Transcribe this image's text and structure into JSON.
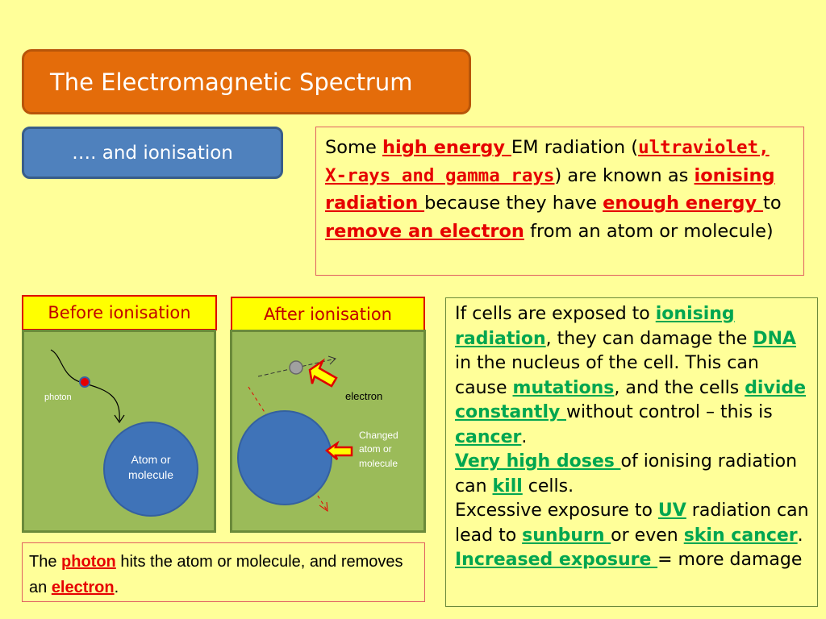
{
  "title": "The Electromagnetic Spectrum",
  "subtitle": "…. and ionisation",
  "intro": {
    "t1": "Some ",
    "k1": "high energy ",
    "t2": "EM radiation (",
    "k2": "ultraviolet, X-rays and gamma rays",
    "t3": ") are known as ",
    "k3": "ionising radiation ",
    "t4": "because they have ",
    "k4": "enough energy ",
    "t5": "to ",
    "k5": "remove an electron",
    "t6": " from an atom or molecule)"
  },
  "before": {
    "label": "Before ionisation",
    "photon_label": "photon",
    "atom_label_1": "Atom or",
    "atom_label_2": "molecule"
  },
  "after": {
    "label": "After ionisation",
    "electron_label": "electron",
    "changed_1": "Changed",
    "changed_2": "atom or",
    "changed_3": "molecule"
  },
  "caption": {
    "t1": "The ",
    "k1": "photon",
    "t2": " hits the atom or molecule, and removes an ",
    "k2": "electron",
    "t3": "."
  },
  "right": {
    "t1": "If cells are exposed to ",
    "k1": "ionising radiation",
    "t2": ", they can damage the ",
    "k2": "DNA",
    "t3": " in the nucleus of the cell.  This can cause ",
    "k3": "mutations",
    "t4": ", and the cells ",
    "k4": "divide constantly ",
    "t5": "without control – this is ",
    "k5": "cancer",
    "t6": ".",
    "k6": "Very high doses ",
    "t7": "of ionising radiation can ",
    "k7": "kill",
    "t8": " cells.",
    "t9": "Excessive exposure to ",
    "k8": "UV",
    "t10": " radiation can lead to ",
    "k9": "sunburn ",
    "t11": "or even ",
    "k10": "skin cancer",
    "t12": ".",
    "k11": "Increased exposure ",
    "t13": "= more damage"
  },
  "colors": {
    "background": "#ffff99",
    "title_bg": "#e46c0a",
    "subtitle_bg": "#4f81bd",
    "panel_bg": "#9bbb59",
    "keyword_red": "#e60000",
    "keyword_green": "#00a650",
    "label_bg": "#ffff00"
  }
}
